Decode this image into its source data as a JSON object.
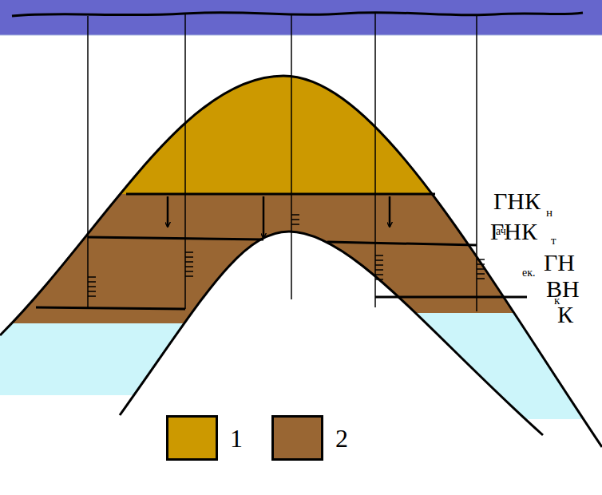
{
  "diagram": {
    "labels": [
      "ГНК",
      "н",
      "ГНК",
      "ач.",
      "т",
      "ГН",
      "ек.",
      "ВН",
      "к",
      "К"
    ],
    "legend": [
      {
        "text": "1",
        "color": "#cc9900"
      },
      {
        "text": "2",
        "color": "#996633"
      }
    ]
  }
}
